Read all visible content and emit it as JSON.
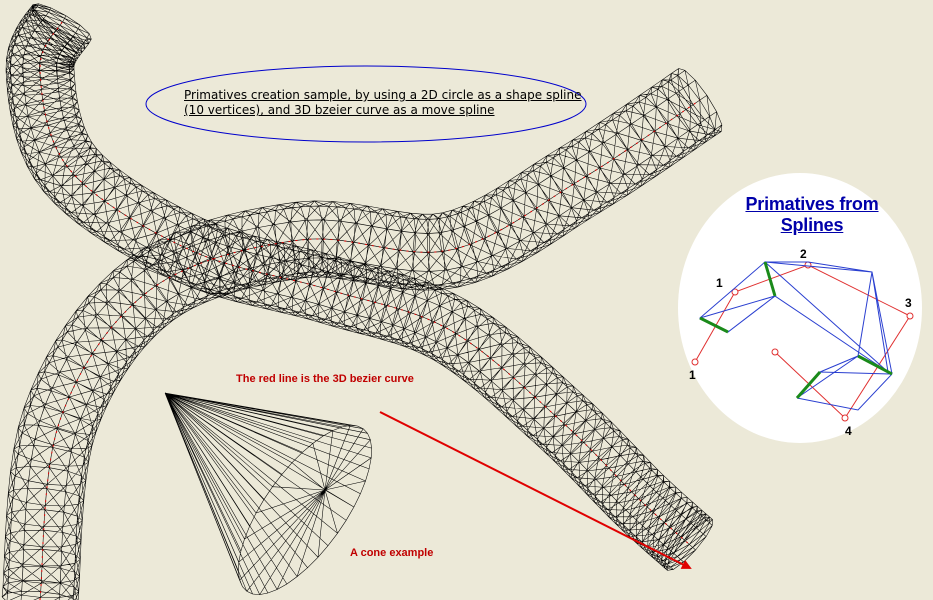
{
  "caption": "Primatives creation sample, by using a 2D circle as a shape spline (10 vertices), and 3D bzeier curve as a move spline",
  "inset": {
    "title": "Primatives from Splines",
    "points": [
      "1",
      "2",
      "3",
      "4"
    ]
  },
  "notes": {
    "bezier": "The red line is the 3D bezier curve",
    "cone": "A cone example"
  },
  "colors": {
    "background": "#ece9d8",
    "wire": "#000000",
    "bezier": "#e00000",
    "caption_ellipse": "#0000cc",
    "title": "#0000aa",
    "inset_blue": "#2a3fd0",
    "inset_green": "#1a8a1a"
  }
}
